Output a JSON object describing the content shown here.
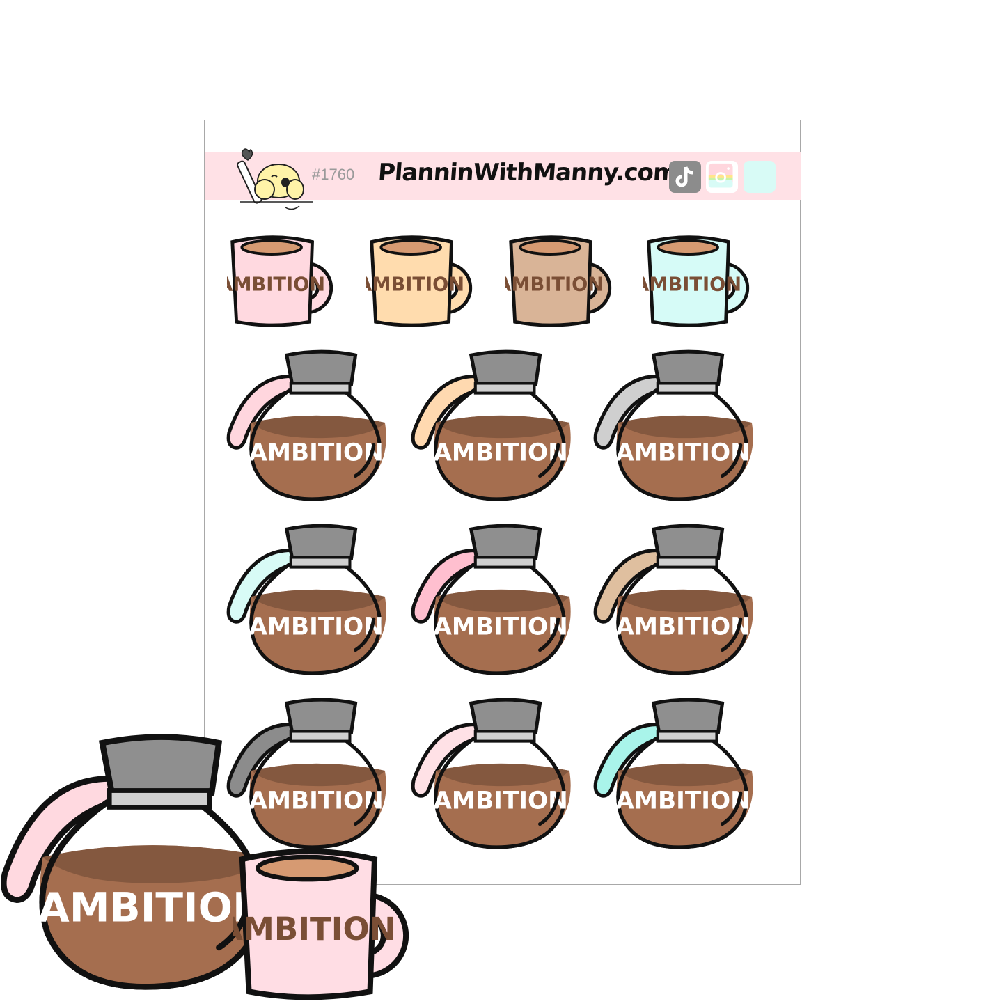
{
  "sheet": {
    "sku": "#1760",
    "brand": "PlanninWithManny.com",
    "header_color": "#ffe1e6",
    "social_icons": [
      {
        "name": "tiktok-icon",
        "color": "#8c8c8c"
      },
      {
        "name": "instagram-icon",
        "color": "#ffd6dd"
      },
      {
        "name": "blank-social-icon",
        "color": "#d8fbf6"
      }
    ]
  },
  "stickers": {
    "word": "AMBITION",
    "mugs": [
      {
        "color": "#ffd9e0",
        "label": "AMBITION"
      },
      {
        "color": "#ffdcae",
        "label": "AMBITION"
      },
      {
        "color": "#d9b497",
        "label": "AMBITION"
      },
      {
        "color": "#d6fbf7",
        "label": "AMBITION"
      }
    ],
    "pots": [
      {
        "handle": "#ffd6de",
        "label": "AMBITION"
      },
      {
        "handle": "#ffd9b0",
        "label": "AMBITION"
      },
      {
        "handle": "#cfcfcf",
        "label": "AMBITION"
      },
      {
        "handle": "#d8fbf6",
        "label": "AMBITION"
      },
      {
        "handle": "#ffbfcf",
        "label": "AMBITION"
      },
      {
        "handle": "#dfbf9f",
        "label": "AMBITION"
      },
      {
        "handle": "#8c8c8c",
        "label": "AMBITION"
      },
      {
        "handle": "#ffe1e6",
        "label": "AMBITION"
      },
      {
        "handle": "#a9f4ea",
        "label": "AMBITION"
      }
    ]
  },
  "preview": {
    "pot_label": "AMBITION",
    "mug_label": "AMBITION",
    "pot_handle": "#ffd9e0",
    "mug_color": "#ffdde4"
  },
  "colors": {
    "coffee": "#a56e4f",
    "coffee_dark": "#84583f",
    "lid": "#8f8f8f",
    "lid_band": "#cfcfcf",
    "mug_text": "#7a4e35",
    "outline": "#111111"
  }
}
